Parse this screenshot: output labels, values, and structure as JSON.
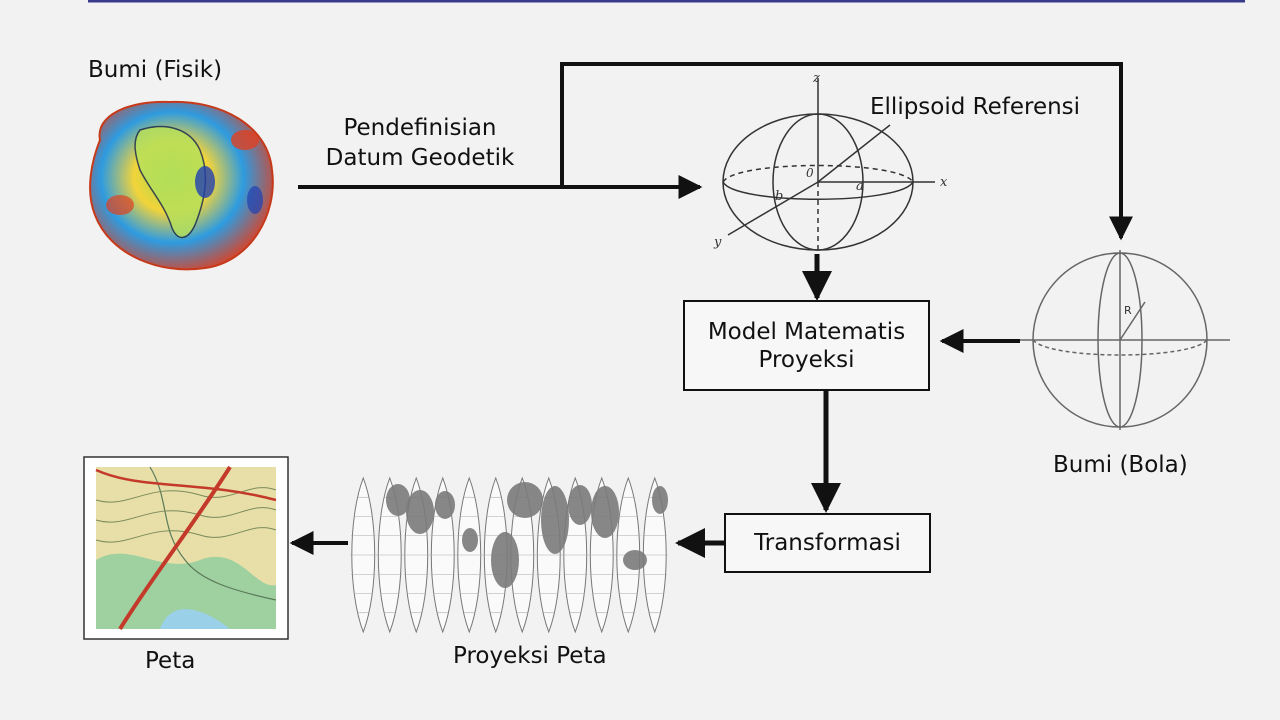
{
  "labels": {
    "bumi_fisik": "Bumi (Fisik)",
    "datum_line1": "Pendefinisian",
    "datum_line2": "Datum Geodetik",
    "ellipsoid": "Ellipsoid Referensi",
    "bumi_bola": "Bumi (Bola)",
    "proyeksi_peta": "Proyeksi Peta",
    "peta": "Peta"
  },
  "boxes": {
    "model_line1": "Model Matematis",
    "model_line2": "Proyeksi",
    "transformasi": "Transformasi"
  },
  "axes": {
    "z": "z",
    "x": "x",
    "y": "y",
    "origin": "0",
    "a": "a",
    "b": "b",
    "r": "R"
  },
  "colors": {
    "line": "#111111",
    "background": "#f2f2f2",
    "top_rule": "#3a3a8c",
    "land": "#7a7a7a",
    "globe_gradient": [
      "#1a3fa0",
      "#2e9be0",
      "#9ad94c",
      "#f2d43a",
      "#e04020"
    ]
  }
}
